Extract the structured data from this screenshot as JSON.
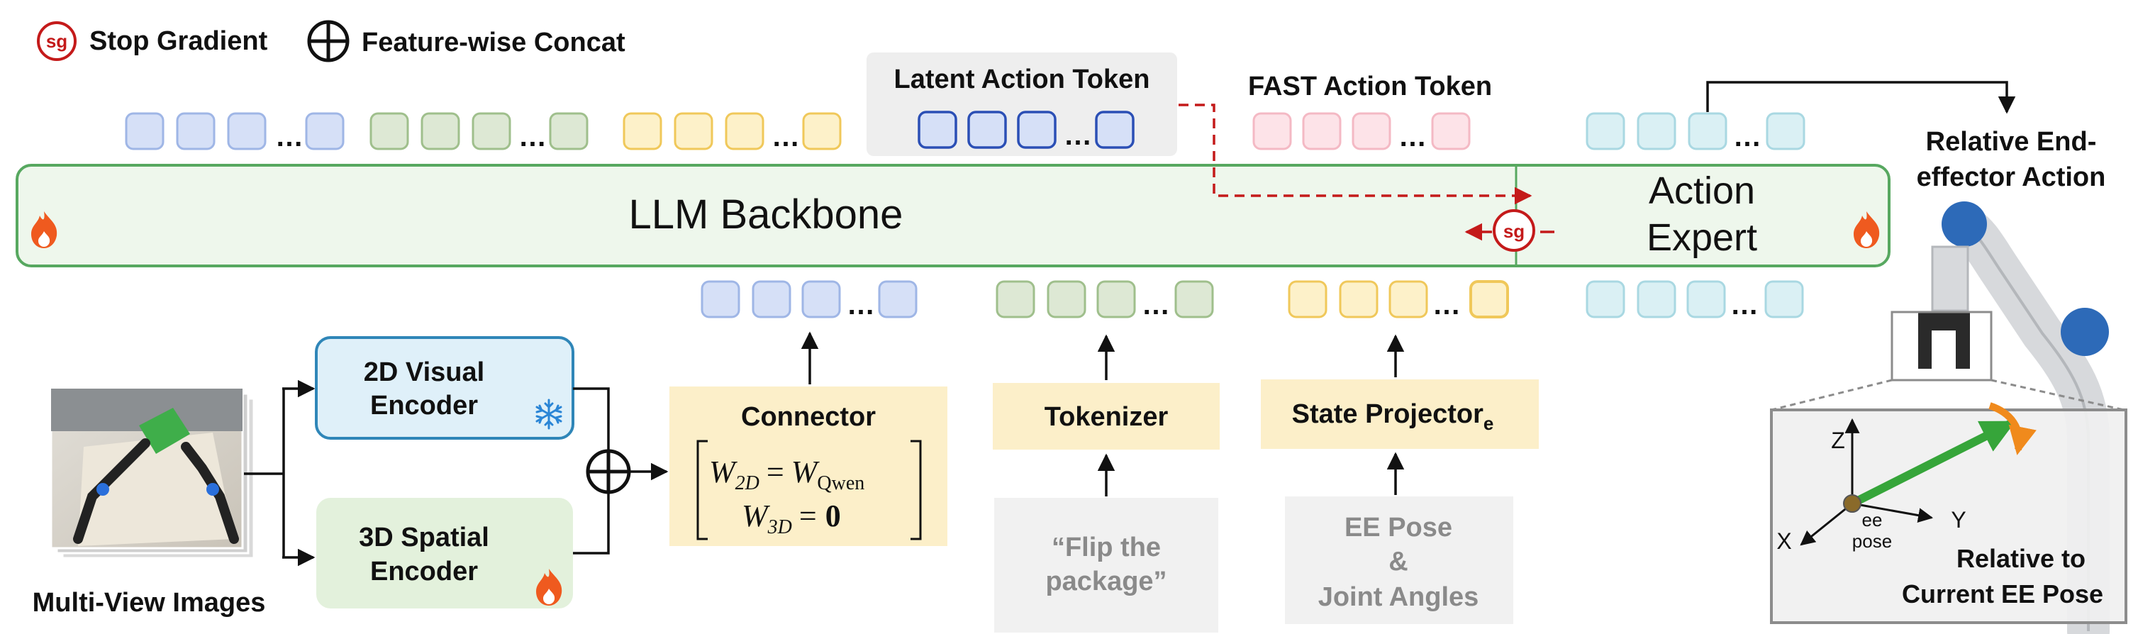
{
  "legend": {
    "stop_gradient_symbol": "sg",
    "stop_gradient_label": "Stop Gradient",
    "concat_label": "Feature-wise Concat"
  },
  "tokens": {
    "latent_action_label": "Latent Action Token",
    "fast_action_label": "FAST Action Token",
    "ellipsis": "…"
  },
  "backbone": {
    "llm_label": "LLM Backbone",
    "action_expert_line1": "Action",
    "action_expert_line2": "Expert",
    "sg_symbol": "sg"
  },
  "robot": {
    "output_label_line1": "Relative End-",
    "output_label_line2": "effector Action",
    "axis_z": "Z",
    "axis_x": "X",
    "axis_y": "Y",
    "ee_pose_line1": "ee",
    "ee_pose_line2": "pose",
    "relative_line1": "Relative to",
    "relative_line2": "Current EE Pose"
  },
  "inputs": {
    "images_label": "Multi-View Images",
    "visual_encoder_line1": "2D Visual",
    "visual_encoder_line2": "Encoder",
    "spatial_encoder_line1": "3D Spatial",
    "spatial_encoder_line2": "Encoder",
    "connector_label": "Connector",
    "tokenizer_label": "Tokenizer",
    "instruction_line1": "“Flip the",
    "instruction_line2": "package”",
    "state_projector_label": "State Projector",
    "state_projector_sub": "e",
    "state_line1": "EE Pose",
    "state_line2": "&",
    "state_line3": "Joint Angles"
  },
  "matrix": {
    "w2d": "W",
    "w2d_sub": "2D",
    "equals": "=",
    "wqwen": "W",
    "wqwen_sub": "Qwen",
    "w3d": "W",
    "w3d_sub": "3D",
    "zero": "0"
  },
  "colors": {
    "blue_token_fill": "#d6e0f7",
    "blue_token_stroke": "#9fb6e6",
    "green_token_fill": "#dde8d4",
    "green_token_stroke": "#9fbf8c",
    "yellow_token_fill": "#fdf1c9",
    "yellow_token_stroke": "#f0c85a",
    "pink_token_fill": "#fde3e8",
    "pink_token_stroke": "#f4b9c4",
    "cyan_token_fill": "#daf0f4",
    "cyan_token_stroke": "#a9d8e2",
    "latent_token_stroke": "#2b4fb5",
    "backbone_fill": "#eef7ec",
    "backbone_stroke": "#57a860",
    "visual_encoder_fill": "#dff0f9",
    "visual_encoder_stroke": "#2f86b8",
    "spatial_encoder_fill": "#e3f1dc",
    "module_fill": "#fcefc9",
    "input_gray_fill": "#f1f1f1",
    "stop_gradient_red": "#c41a1a",
    "flame_orange": "#ef5a1f",
    "snowflake_blue": "#2a85d6"
  }
}
